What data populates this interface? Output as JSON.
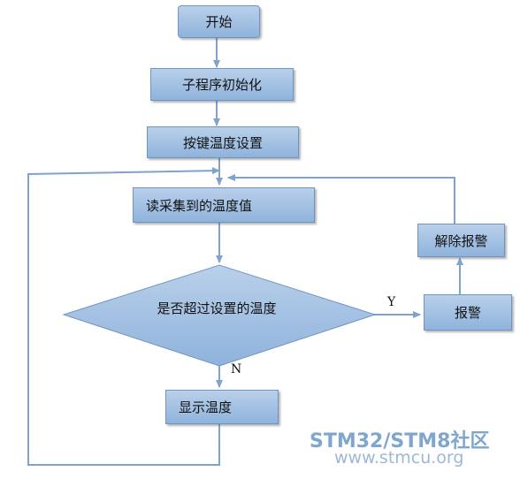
{
  "nodes": {
    "start": "开始",
    "init": "子程序初始化",
    "set_temp": "按键温度设置",
    "read_temp": "读采集到的温度值",
    "decision": "是否超过设置的温度",
    "alarm": "报警",
    "release_alarm": "解除报警",
    "display_temp": "显示温度"
  },
  "edge_labels": {
    "yes": "Y",
    "no": "N"
  },
  "watermark": {
    "line1": "STM32/STM8社区",
    "line2": "www.stmcu.org"
  },
  "colors": {
    "box_fill": "#a6c3e6",
    "box_border": "#6f95c4",
    "arrow": "#7fa3cc"
  }
}
